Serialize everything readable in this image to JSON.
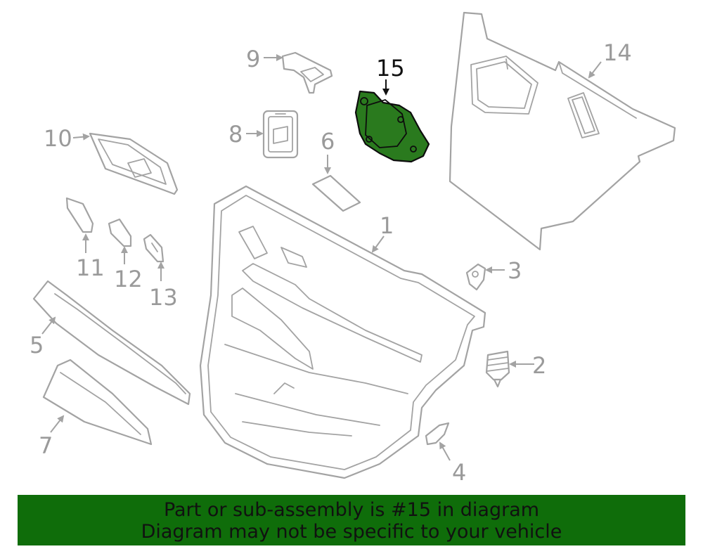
{
  "diagram": {
    "highlighted_part": "15",
    "callouts": [
      "1",
      "2",
      "3",
      "4",
      "5",
      "6",
      "7",
      "8",
      "9",
      "10",
      "11",
      "12",
      "13",
      "14",
      "15"
    ],
    "colors": {
      "part_line": "#a3a3a3",
      "highlight_fill": "#2a7a1e",
      "banner": "#0f6d0a"
    }
  },
  "banner": {
    "line1": "Part or sub-assembly is #15 in diagram",
    "line2": "Diagram may not be specific to your vehicle"
  }
}
